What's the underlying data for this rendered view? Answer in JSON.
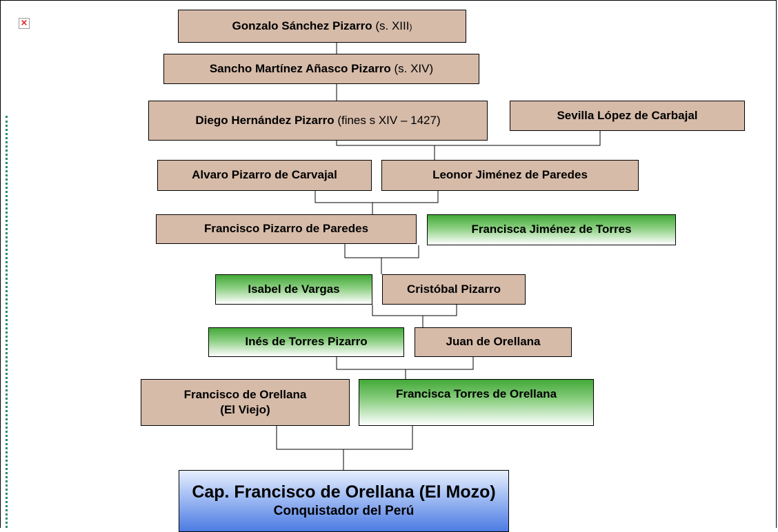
{
  "broken_image_icon": "broken-image-icon",
  "people": {
    "gonzalo": {
      "name": "Gonzalo Sánchez Pizarro",
      "extra": " (s. XIII",
      "small": ")"
    },
    "sancho": {
      "name": "Sancho Martínez Añasco Pizarro",
      "extra": " (s. XIV)"
    },
    "diego": {
      "name": "Diego Hernández Pizarro",
      "extra": " (fines s XIV – 1427)"
    },
    "sevilla": {
      "name": "Sevilla López de Carbajal"
    },
    "alvaro": {
      "name": "Alvaro Pizarro de Carvajal"
    },
    "leonor": {
      "name": "Leonor Jiménez de Paredes"
    },
    "francisco_paredes": {
      "name": "Francisco Pizarro de Paredes"
    },
    "francisca_jimenez": {
      "name": "Francisca Jiménez de Torres"
    },
    "isabel": {
      "name": "Isabel de Vargas"
    },
    "cristobal": {
      "name": "Cristóbal Pizarro"
    },
    "ines": {
      "name": "Inés de Torres Pizarro"
    },
    "juan": {
      "name": "Juan de Orellana"
    },
    "francisco_viejo": {
      "line1": "Francisco de Orellana",
      "line2": "(El Viejo)"
    },
    "francisca_torres": {
      "name": "Francisca Torres de Orellana"
    },
    "capitan": {
      "line1": "Cap. Francisco de Orellana (El Mozo)",
      "line2": "Conquistador del Perú"
    }
  },
  "colors": {
    "paternal_box": "#d6bba9",
    "maternal_box_gradient": [
      "#43a938",
      "#ffffff"
    ],
    "subject_box_gradient": [
      "#e7effd",
      "#4d7be2"
    ]
  }
}
